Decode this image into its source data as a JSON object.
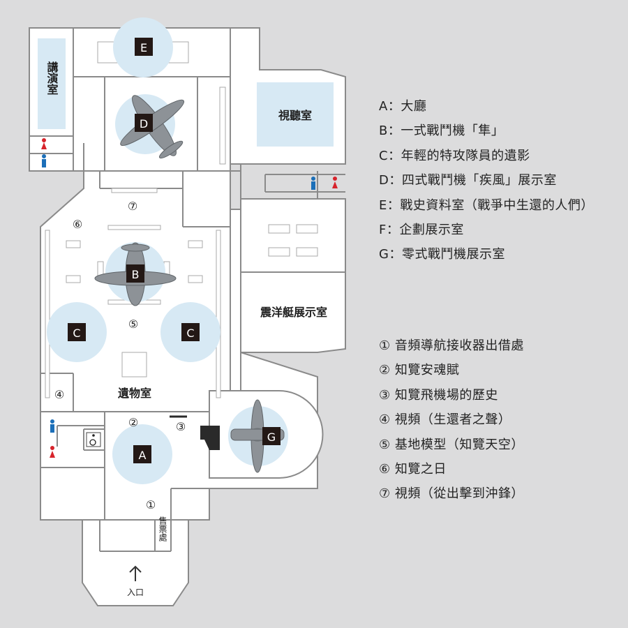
{
  "rooms": {
    "lecture_room": "講演室",
    "av_room": "視聽室",
    "shinyo_room": "震洋艇展示室",
    "relics_room": "遺物室",
    "ticket_office": "售票處",
    "entrance": "入口"
  },
  "zones": {
    "A": "A",
    "B": "B",
    "C": "C",
    "D": "D",
    "E": "E",
    "G": "G"
  },
  "points": [
    "①",
    "②",
    "③",
    "④",
    "⑤",
    "⑥",
    "⑦"
  ],
  "legend_letters": [
    "A：大廳",
    "B：一式戰鬥機「隼」",
    "C：年輕的特攻隊員的遺影",
    "D：四式戰鬥機「疾風」展示室",
    "E：戰史資料室（戰爭中生還的人們）",
    "F：企劃展示室",
    "G：零式戰鬥機展示室"
  ],
  "legend_numbers": [
    "① 音頻導航接收器出借處",
    "② 知覽安魂賦",
    "③ 知覽飛機場的歷史",
    "④ 視頻（生還者之聲）",
    "⑤ 基地模型（知覽天空）",
    "⑥ 知覽之日",
    "⑦ 視頻（從出擊到沖鋒）"
  ],
  "icons": {
    "male": "male-restroom-icon",
    "female": "female-restroom-icon",
    "accessible": "wheelchair-icon",
    "entrance_arrow": "up-arrow-icon"
  },
  "colors": {
    "background": "#dcdcdd",
    "floor": "#ffffff",
    "wall": "#8a8a8a",
    "highlight_circle": "#d7e9f4",
    "marker": "#231815",
    "male": "#1c6fb8",
    "female": "#d7232b",
    "aircraft": "#8d9297"
  }
}
